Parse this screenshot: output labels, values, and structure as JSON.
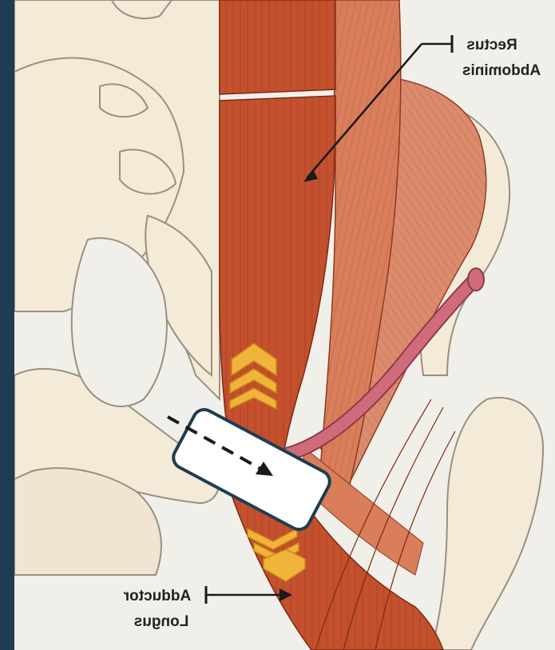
{
  "labels": {
    "rectus_line1": "Rectus",
    "rectus_line2": "Abdominis",
    "adductor_line1": "Adductor",
    "adductor_line2": "Longus"
  },
  "colors": {
    "frame_border": "#1e3d52",
    "background": "#f1efe9",
    "bone": "#f4ead8",
    "bone_outline": "#9a8f80",
    "muscle_dark": "#c4502e",
    "muscle_light": "#dc8c6c",
    "tendon": "#d06b7c",
    "chevron": "#f0b43a",
    "callout_fill": "#ffffff",
    "callout_stroke": "#1e3d52",
    "arrow": "#1a1a1a"
  },
  "icons": {
    "chevron_up": "chevron-up-icon",
    "chevron_down": "chevron-down-icon",
    "dashed_arrow": "dashed-arrow-icon"
  }
}
